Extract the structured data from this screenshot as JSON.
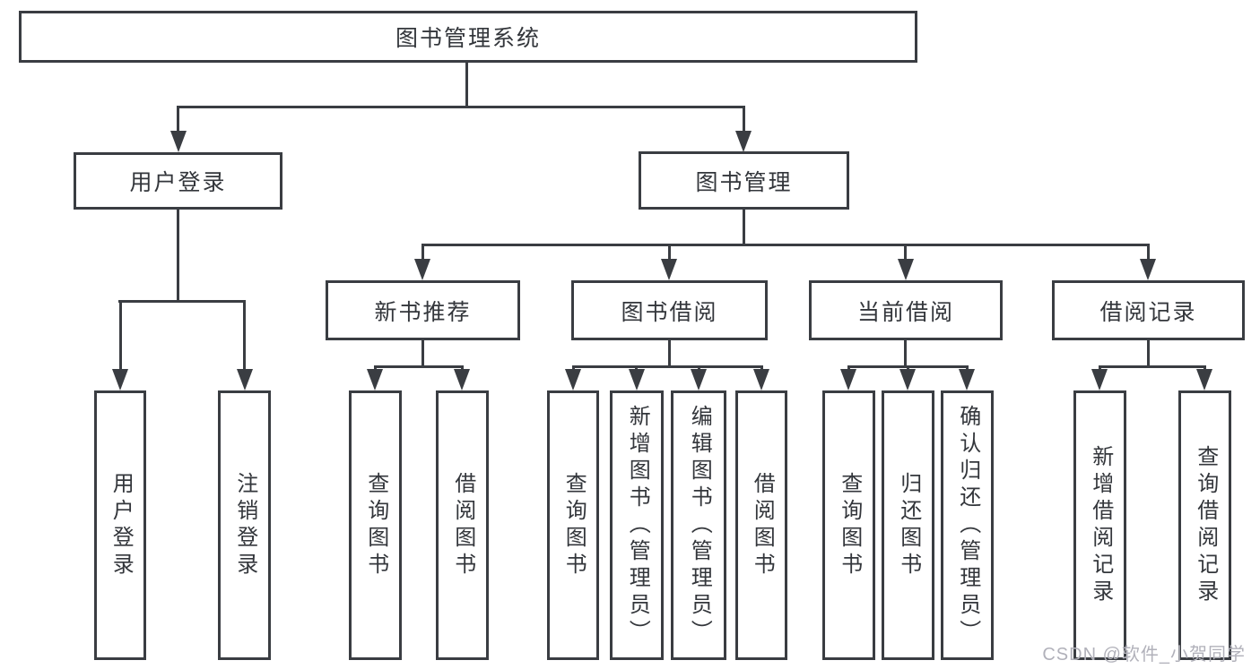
{
  "tree": {
    "label": "图书管理系统",
    "children": [
      {
        "label": "用户登录",
        "children": [
          {
            "label": "用户登录"
          },
          {
            "label": "注销登录"
          }
        ]
      },
      {
        "label": "图书管理",
        "children": [
          {
            "label": "新书推荐",
            "children": [
              {
                "label": "查询图书"
              },
              {
                "label": "借阅图书"
              }
            ]
          },
          {
            "label": "图书借阅",
            "children": [
              {
                "label": "查询图书"
              },
              {
                "label": "新增图书（管理员）"
              },
              {
                "label": "编辑图书（管理员）"
              },
              {
                "label": "借阅图书"
              }
            ]
          },
          {
            "label": "当前借阅",
            "children": [
              {
                "label": "查询图书"
              },
              {
                "label": "归还图书"
              },
              {
                "label": "确认归还（管理员）"
              }
            ]
          },
          {
            "label": "借阅记录",
            "children": [
              {
                "label": "新增借阅记录"
              },
              {
                "label": "查询借阅记录"
              }
            ]
          }
        ]
      }
    ]
  },
  "watermark": {
    "text": "CSDN @软件_小贺同学"
  },
  "colors": {
    "line": "#3a3d42",
    "text": "#33363b",
    "background": "#ffffff",
    "watermark": "#b1b1ba"
  }
}
